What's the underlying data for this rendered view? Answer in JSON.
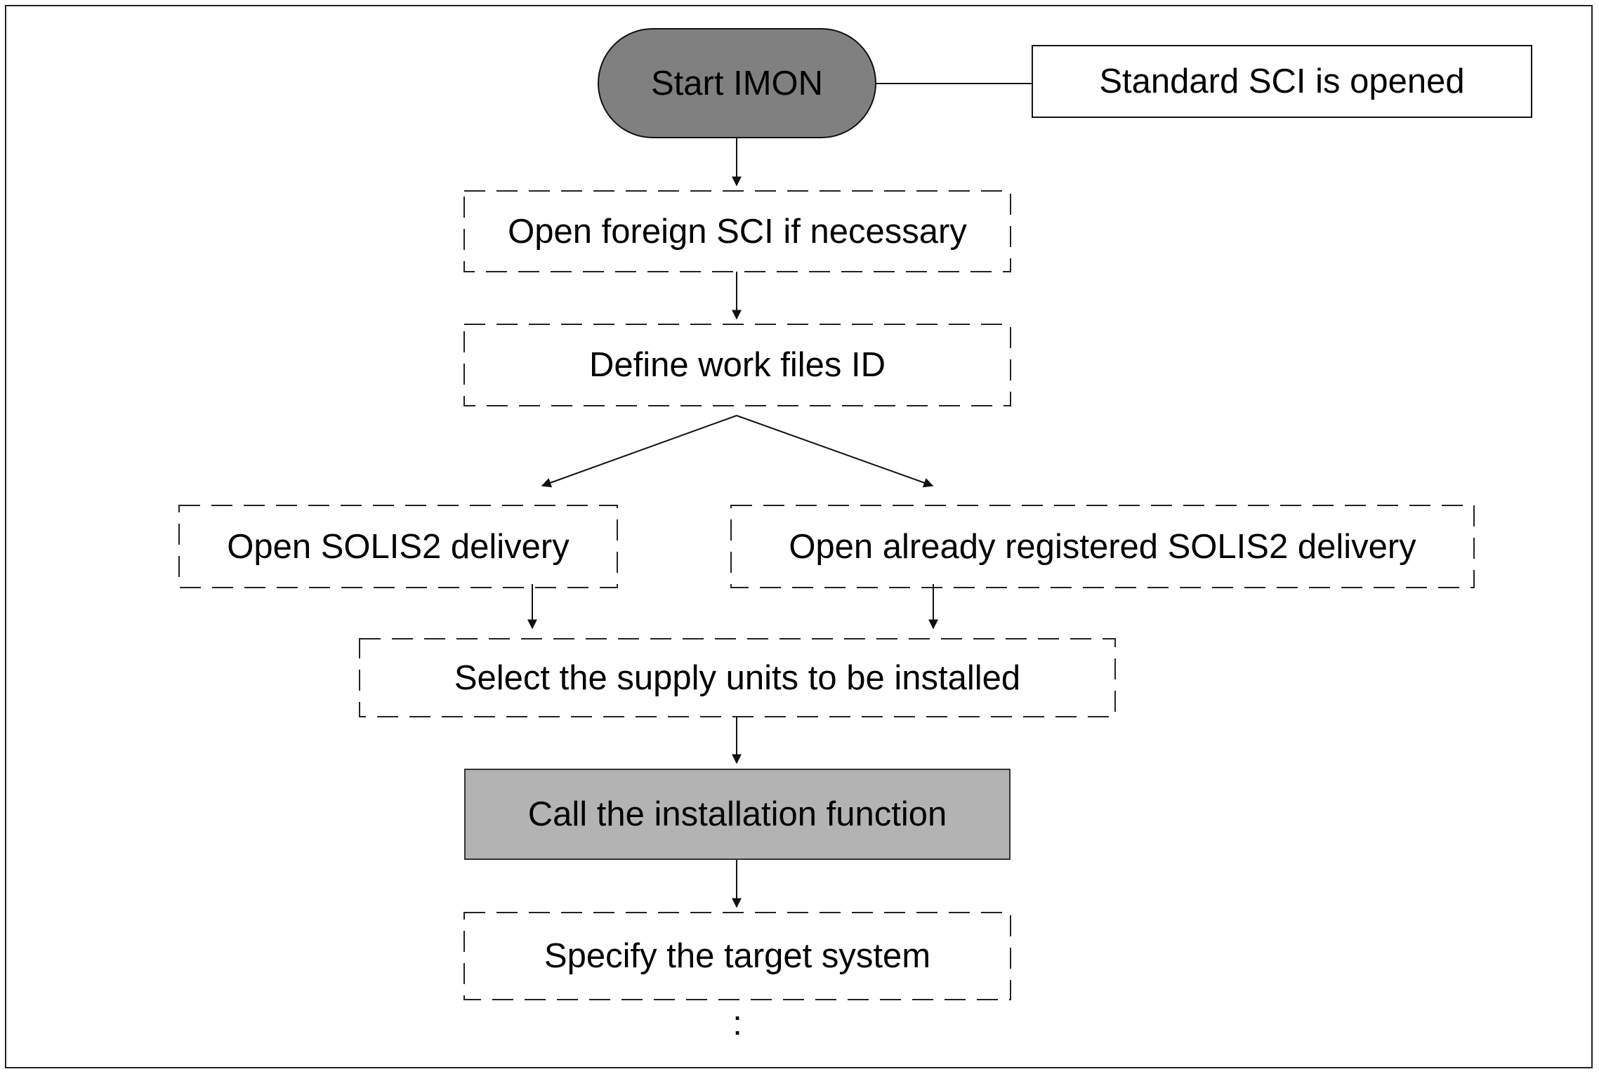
{
  "diagram": {
    "colors": {
      "start_fill": "#808080",
      "install_fill": "#b3b3b3",
      "line": "#111111"
    },
    "start": {
      "label": "Start IMON"
    },
    "note": {
      "label": "Standard SCI is opened"
    },
    "steps": {
      "open_foreign": {
        "label": "Open foreign SCI if necessary"
      },
      "define_work": {
        "label": "Define work files ID"
      },
      "open_solis2": {
        "label": "Open SOLIS2 delivery"
      },
      "open_registered": {
        "label": "Open already registered SOLIS2 delivery"
      },
      "select_units": {
        "label": "Select the supply units to be installed"
      },
      "call_install": {
        "label": "Call the installation function"
      },
      "specify_target": {
        "label": "Specify the target system"
      }
    },
    "continuation": ":"
  }
}
